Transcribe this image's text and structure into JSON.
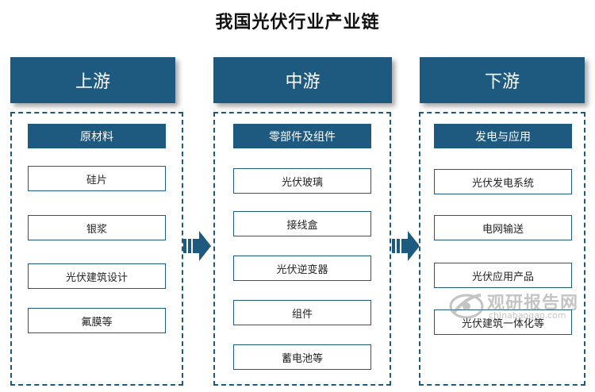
{
  "title": "我国光伏行业产业链",
  "columns": [
    {
      "header": "上游",
      "category": "原材料",
      "items": [
        "硅片",
        "银浆",
        "光伏建筑设计",
        "氟膜等"
      ]
    },
    {
      "header": "中游",
      "category": "零部件及组件",
      "items": [
        "光伏玻璃",
        "接线盒",
        "光伏逆变器",
        "组件",
        "蓄电池等"
      ]
    },
    {
      "header": "下游",
      "category": "发电与应用",
      "items": [
        "光伏发电系统",
        "电网输送",
        "光伏应用产品",
        "光伏建筑一体化等"
      ]
    }
  ],
  "watermark": {
    "name": "观研报告网",
    "url": "chinabaogao.com"
  },
  "colors": {
    "primary": "#1e5a80"
  }
}
